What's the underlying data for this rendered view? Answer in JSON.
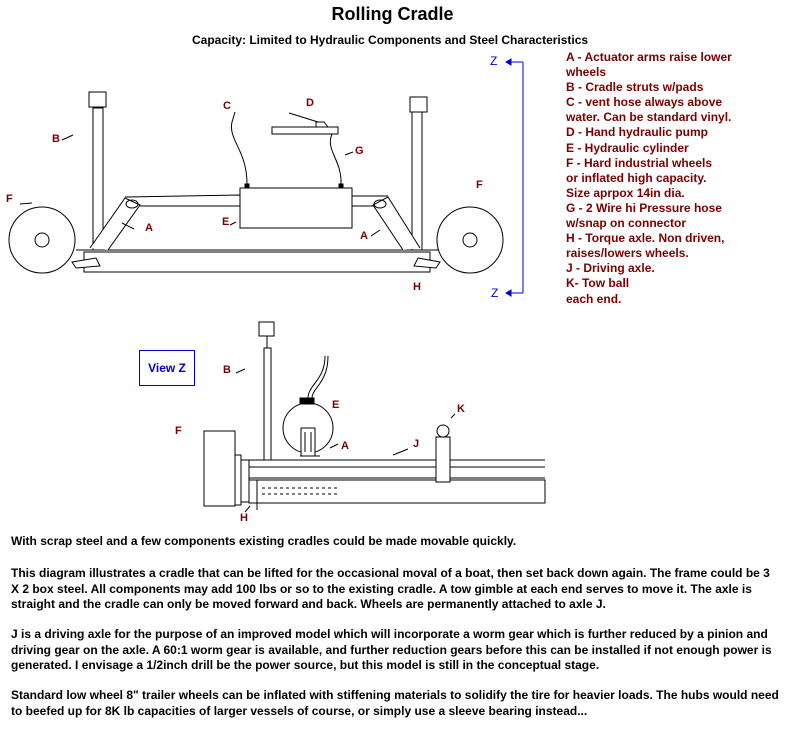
{
  "title": "Rolling Cradle",
  "subtitle": "Capacity: Limited to Hydraulic Components and Steel Characteristics",
  "legend": [
    "A - Actuator arms raise lower",
    "wheels",
    "B - Cradle struts w/pads",
    "C - vent hose always above",
    "water. Can be standard vinyl.",
    "D - Hand hydraulic pump",
    "E - Hydraulic cylinder",
    "F - Hard industrial wheels",
    "or inflated high capacity.",
    "Size aprpox 14in dia.",
    "G - 2 Wire hi Pressure hose",
    "w/snap on connector",
    "H - Torque axle. Non driven,",
    "raises/lowers wheels.",
    " J - Driving axle.",
    " K- Tow ball",
    "  each end."
  ],
  "top_view_labels": {
    "B": "B",
    "C": "C",
    "D": "D",
    "G": "G",
    "F_left": "F",
    "F_right": "F",
    "E": "E",
    "A_left": "A",
    "A_right": "A",
    "H": "H",
    "Z_top": "Z",
    "Z_bottom": "Z"
  },
  "side_view_labels": {
    "view_z": "View Z",
    "B": "B",
    "E": "E",
    "K": "K",
    "F": "F",
    "A": "A",
    "J": "J",
    "H": "H"
  },
  "paragraphs": [
    "With scrap steel and a few components existing cradles could be made movable quickly.",
    "This diagram illustrates a cradle that can be lifted for the occasional moval of a boat, then set back down again.  The frame could be 3 X 2 box steel. All components may add 100 lbs or so to the existing cradle. A tow gimble at each end serves to move it. The axle is straight and the cradle can only be moved forward and back.  Wheels are permanently attached to axle J.",
    " J is a driving axle for the purpose of an improved  model which will incorporate a worm gear which is further reduced by a pinion and driving gear on the axle. A 60:1 worm gear is available, and further reduction gears before this can be installed if not enough power is generated. I envisage a 1/2inch drill be the power source, but this model is still in the conceptual stage.",
    " Standard low wheel 8\" trailer wheels can be inflated with stiffening materials to solidify the tire for heavier loads. The hubs would need to beefed up for 8K lb capacities of larger vessels of course, or simply use a sleeve bearing instead..."
  ],
  "colors": {
    "label": "#7a0000",
    "z_marker": "#0000cc",
    "line": "#000000"
  }
}
